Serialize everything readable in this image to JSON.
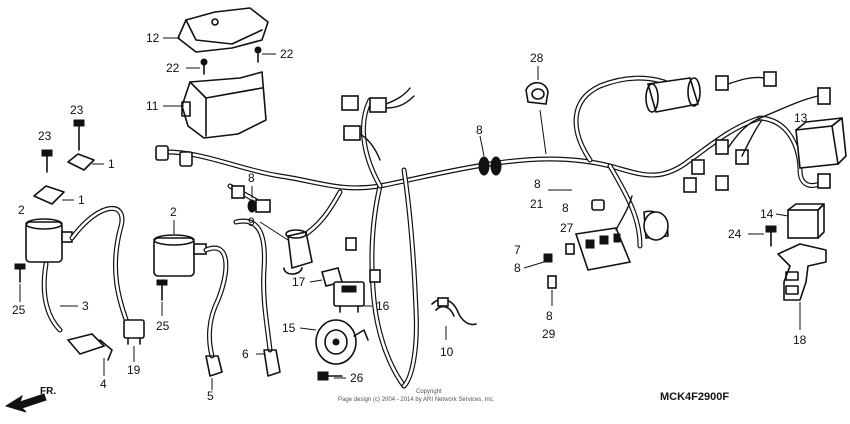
{
  "diagram_code": "MCK4F2900F",
  "copyright_line1": "Copyright",
  "copyright_line2": "Page design (c) 2004 - 2014 by ARI Network Services, Inc.",
  "direction_label": "FR.",
  "callouts": {
    "c12": "12",
    "c22a": "22",
    "c22b": "22",
    "c11": "11",
    "c23a": "23",
    "c23b": "23",
    "c1a": "1",
    "c1b": "1",
    "c2a": "2",
    "c2b": "2",
    "c25a": "25",
    "c25b": "25",
    "c3": "3",
    "c4": "4",
    "c19": "19",
    "c5": "5",
    "c6": "6",
    "c8a": "8",
    "c9": "9",
    "c17": "17",
    "c16": "16",
    "c15": "15",
    "c26": "26",
    "c10": "10",
    "c28": "28",
    "c8b": "8",
    "c8c": "8",
    "c21": "21",
    "c8d": "8",
    "c7": "7",
    "c8e": "8",
    "c27": "27",
    "c8f": "8",
    "c29": "29",
    "c13": "13",
    "c14": "14",
    "c24": "24",
    "c18": "18"
  }
}
